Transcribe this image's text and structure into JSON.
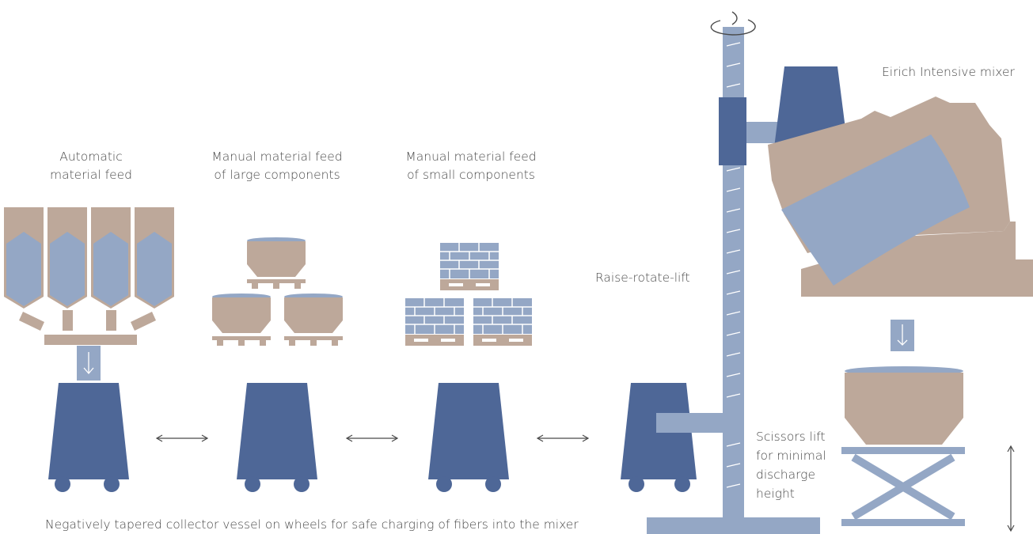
{
  "labels": {
    "automatic_feed": [
      "Automatic",
      "material feed"
    ],
    "manual_large": [
      "Manual material feed",
      "of large components"
    ],
    "manual_small": [
      "Manual material feed",
      "of small components"
    ],
    "raise_rotate_lift": "Raise-rotate-lift",
    "eirich_mixer": "Eirich Intensive mixer",
    "scissors_lift": [
      "Scissors lift",
      "for minimal",
      "discharge",
      "height"
    ],
    "footer_caption": "Negatively tapered collector vessel on wheels for safe charging of fibers into the mixer"
  },
  "colors": {
    "vessel": "#4e6797",
    "steel_light": "#94a7c5",
    "beige": "#bda89a",
    "text": "#4a4a4a",
    "background": "#ffffff"
  },
  "icons": [
    "rotation-arrow-icon",
    "down-arrow-icon",
    "double-arrow-icon",
    "vertical-double-arrow-icon"
  ]
}
